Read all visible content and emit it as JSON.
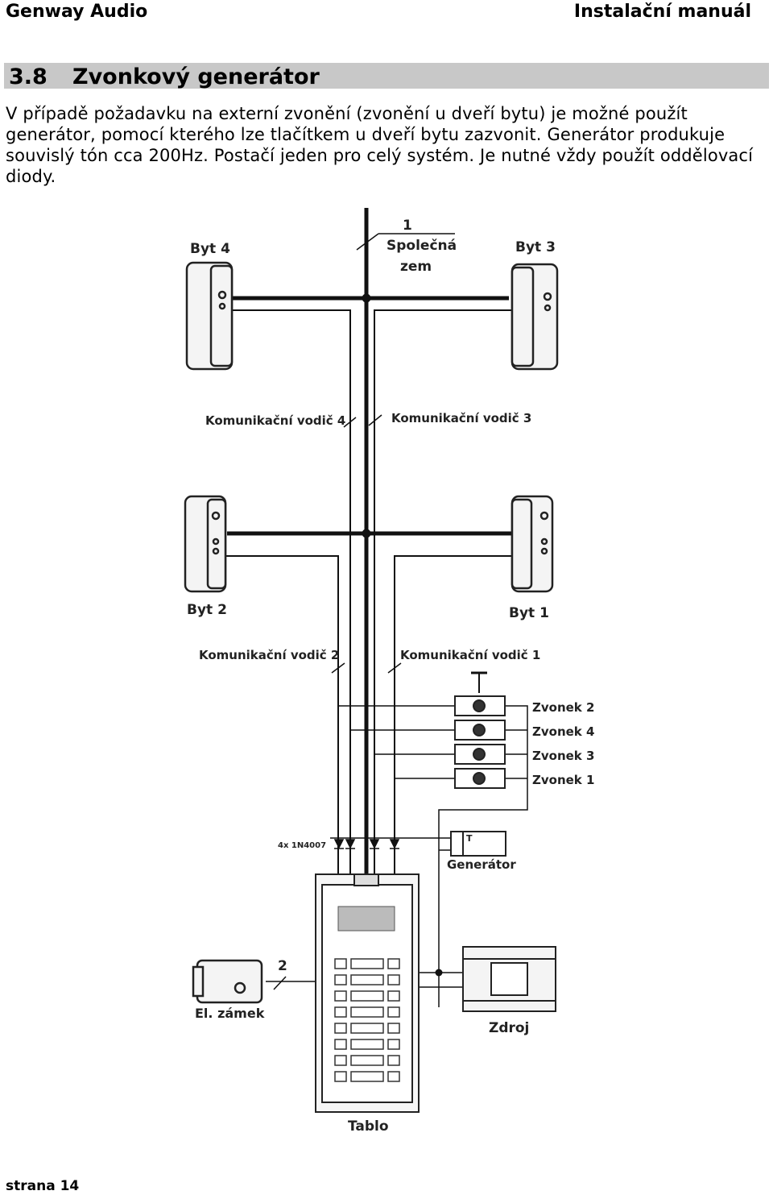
{
  "header": {
    "company": "Genway Audio",
    "doc_title": "Instalační manuál"
  },
  "section": {
    "number": "3.8",
    "title": "Zvonkový generátor"
  },
  "body_text": "V případě požadavku na externí zvonění (zvonění u dveří bytu) je možné použít generátor, pomocí kterého lze tlačítkem u dveří bytu zazvonit. Generátor produkuje souvislý tón cca 200Hz. Postačí jeden pro celý systém. Je nutné vždy použít oddělovací diody.",
  "diagram": {
    "common_ground_number": "1",
    "common_ground_line1": "Společná",
    "common_ground_line2": "zem",
    "byt4": "Byt 4",
    "byt3": "Byt 3",
    "byt2": "Byt 2",
    "byt1": "Byt 1",
    "wire4": "Komunikační vodič 4",
    "wire3": "Komunikační vodič 3",
    "wire2": "Komunikační vodič 2",
    "wire1": "Komunikační vodič 1",
    "bell2": "Zvonek 2",
    "bell4": "Zvonek 4",
    "bell3": "Zvonek 3",
    "bell1": "Zvonek 1",
    "diodes": "4x 1N4007",
    "generator": "Generátor",
    "generator_pin": "T",
    "lock_number": "2",
    "lock": "El. zámek",
    "power": "Zdroj",
    "panel": "Tablo"
  },
  "footer": {
    "page": "strana 14"
  }
}
